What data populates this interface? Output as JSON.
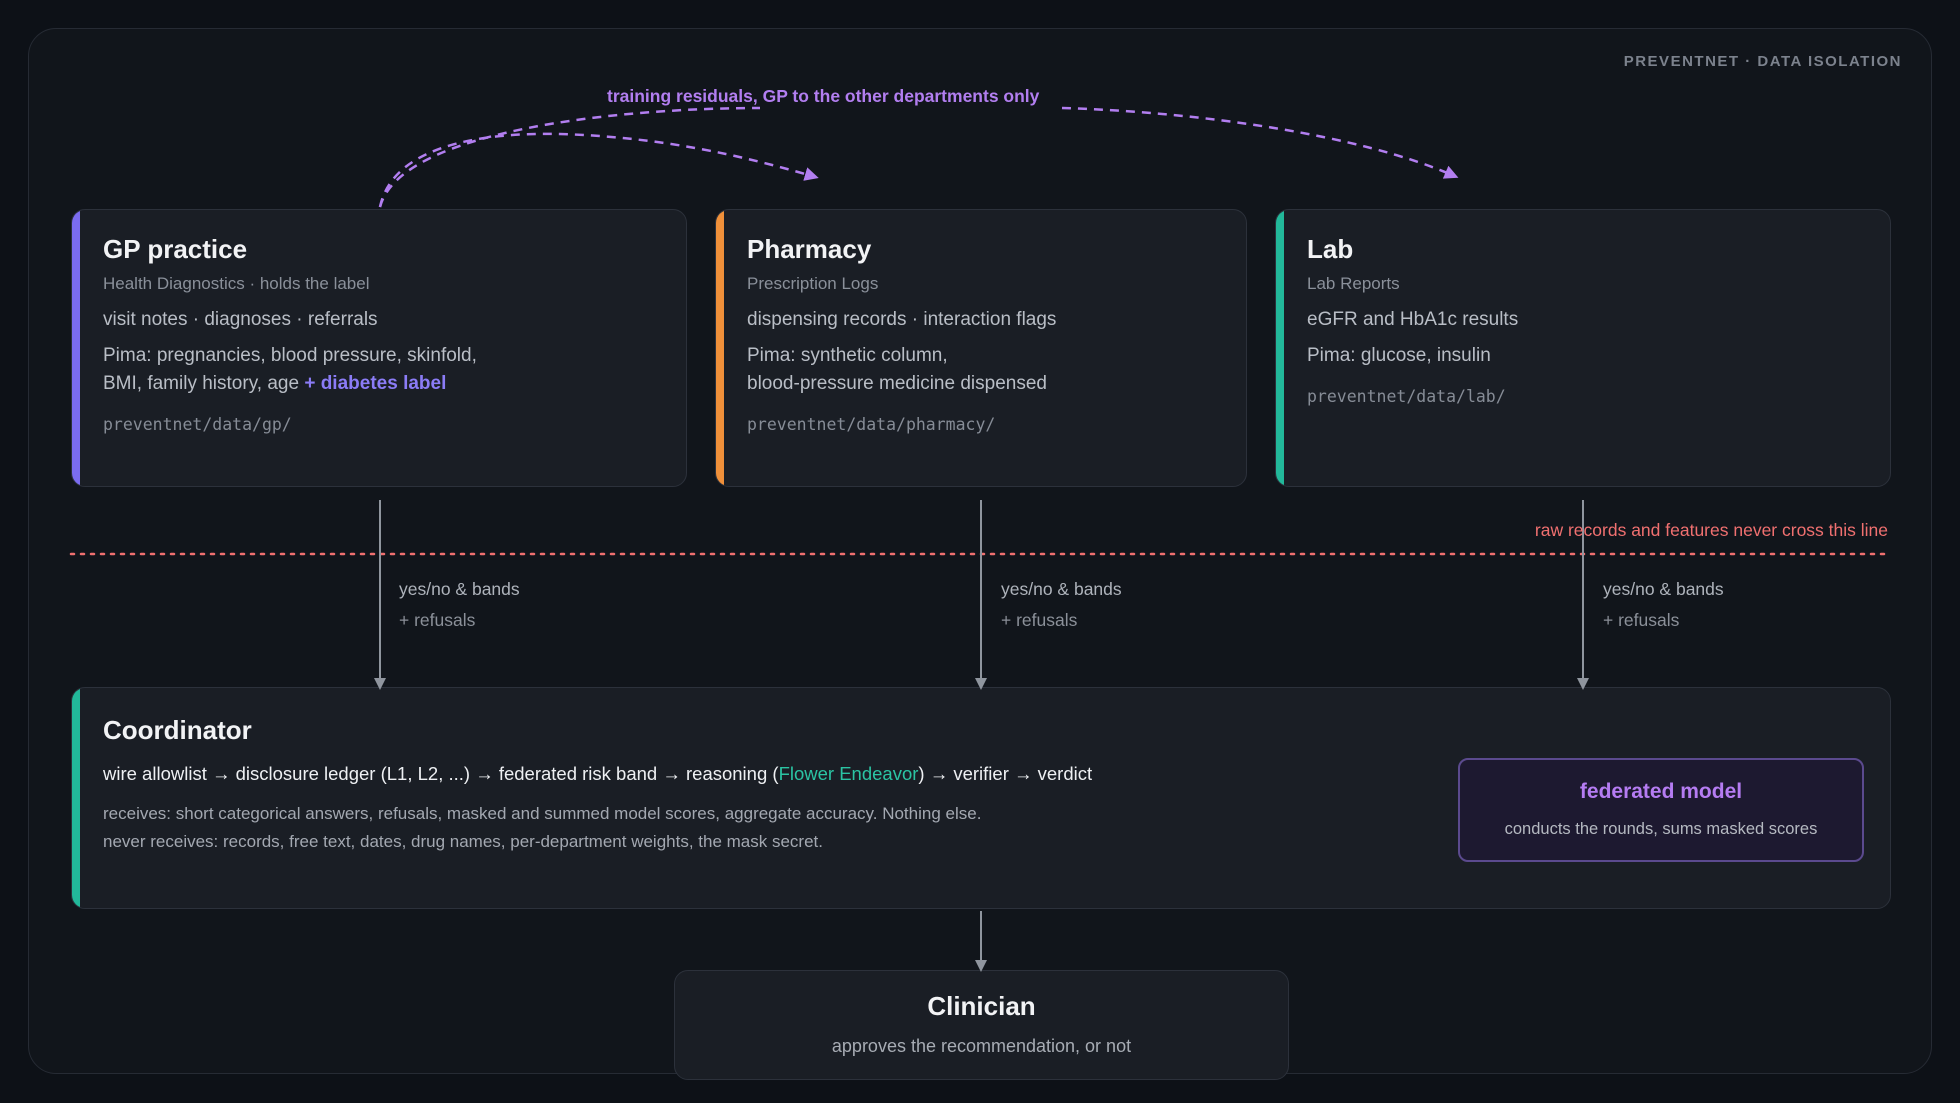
{
  "header": {
    "tag": "PREVENTNET · DATA ISOLATION"
  },
  "colors": {
    "gp_accent": "#7b6cf0",
    "pharmacy_accent": "#f0903a",
    "lab_accent": "#22b89a",
    "coordinator_accent": "#22b89a",
    "residual_arrow": "#b27ef0",
    "isolation_line": "#f07070"
  },
  "top_arrow": {
    "label": "training residuals, GP to the other departments only"
  },
  "gp": {
    "title": "GP practice",
    "subtitle": "Health Diagnostics · holds the label",
    "records": "visit notes · diagnoses · referrals",
    "pima_line1": "Pima: pregnancies, blood pressure, skinfold,",
    "pima_line2": "BMI, family history, age",
    "pima_label": "+ diabetes label",
    "path": "preventnet/data/gp/"
  },
  "pharmacy": {
    "title": "Pharmacy",
    "subtitle": "Prescription Logs",
    "records": "dispensing records · interaction flags",
    "pima_line1": "Pima: synthetic column,",
    "pima_line2": "blood-pressure medicine dispensed",
    "path": "preventnet/data/pharmacy/"
  },
  "lab": {
    "title": "Lab",
    "subtitle": "Lab Reports",
    "records": "eGFR and HbA1c results",
    "pima_line1": "Pima: glucose, insulin",
    "path": "preventnet/data/lab/"
  },
  "isolation": {
    "label": "raw records and features never cross this line"
  },
  "edges": {
    "line1": "yes/no & bands",
    "line2": "+ refusals"
  },
  "coordinator": {
    "title": "Coordinator",
    "pipeline_pre": "wire allowlist → disclosure ledger (L1, L2, ...) → federated risk band → reasoning (",
    "pipeline_model": "Flower Endeavor",
    "pipeline_post": ") → verifier → verdict",
    "receives": "receives: short categorical answers, refusals, masked and summed model scores, aggregate accuracy. Nothing else.",
    "never_receives": "never receives: records, free text, dates, drug names, per-department weights, the mask secret."
  },
  "federated_model": {
    "title": "federated model",
    "subtitle": "conducts the rounds, sums masked scores"
  },
  "clinician": {
    "title": "Clinician",
    "subtitle": "approves the recommendation, or not"
  }
}
